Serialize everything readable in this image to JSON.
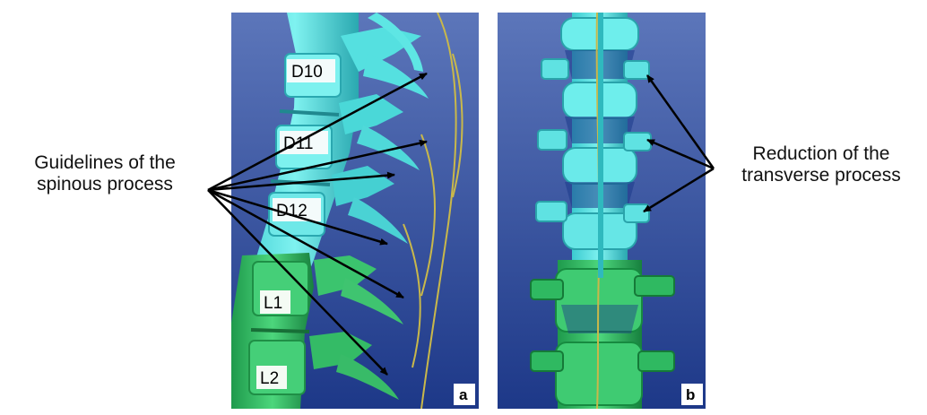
{
  "left_caption": {
    "line1": "Guidelines of the",
    "line2": "spinous process"
  },
  "right_caption": {
    "line1": "Reduction of the",
    "line2": "transverse process"
  },
  "panel_a": {
    "letter": "a",
    "vertebra_labels": [
      "D10",
      "D11",
      "D12",
      "L1",
      "L2"
    ]
  },
  "panel_b": {
    "letter": "b"
  },
  "colors": {
    "background_top": "#5a74b8",
    "background_bottom": "#1e3a8c",
    "thoracic": "#55e3e3",
    "thoracic_dark": "#2fb5b9",
    "lumbar": "#35c86a",
    "lumbar_dark": "#1f8f46",
    "guideline": "#c9b84a",
    "arrow": "#000000"
  }
}
